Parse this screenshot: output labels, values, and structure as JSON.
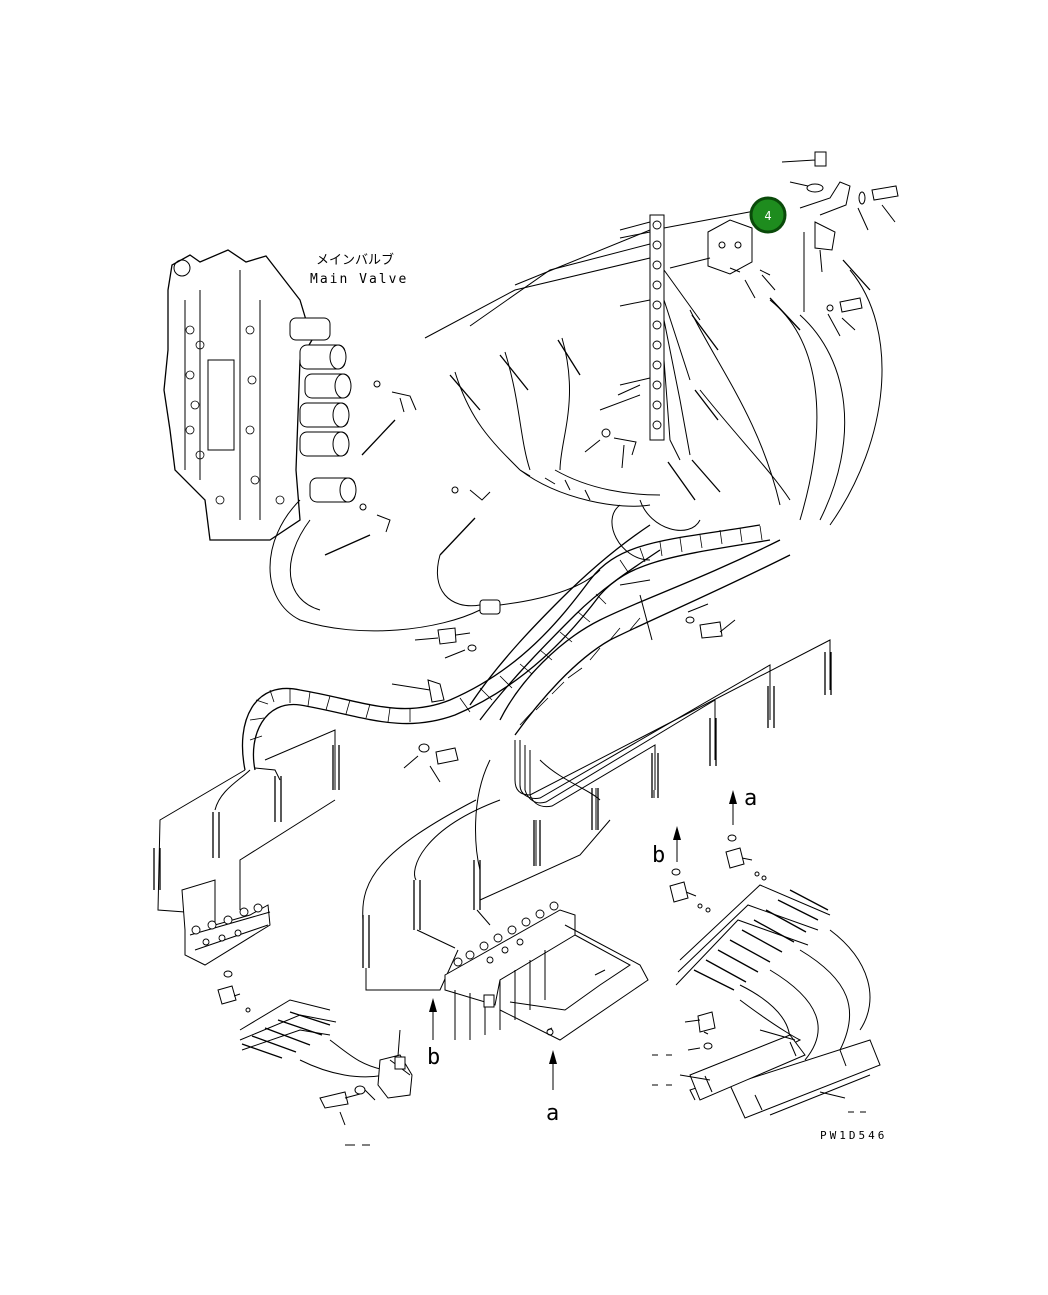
{
  "labels": {
    "main_valve_jp": "メインバルブ",
    "main_valve_en": "Main Valve",
    "arrow_a_1": "a",
    "arrow_b_1": "b",
    "arrow_b_2": "b",
    "arrow_a_2": "a",
    "drawing_code": "PW1D546"
  },
  "callouts": [
    {
      "number": "4",
      "color": "#1e8c1e",
      "border": "#0a4a0a"
    }
  ],
  "colors": {
    "line": "#000000",
    "background": "#ffffff"
  }
}
